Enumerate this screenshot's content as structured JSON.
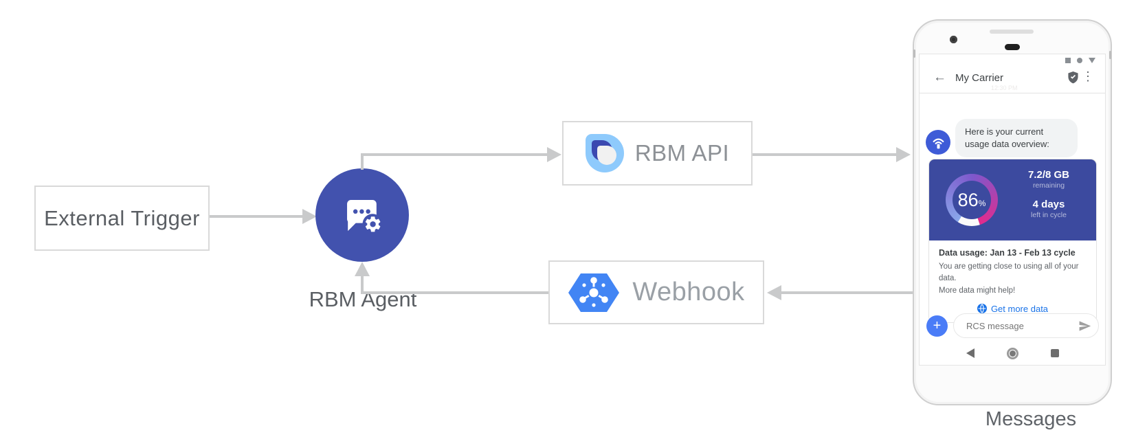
{
  "diagram": {
    "external_trigger_label": "External Trigger",
    "rbm_agent_label": "RBM Agent",
    "rbm_api_label": "RBM API",
    "webhook_label": "Webhook",
    "messages_caption": "Messages"
  },
  "phone": {
    "header": {
      "title": "My Carrier"
    },
    "timestamp": "12:30 PM",
    "bubble_text": "Here is your current usage data overview:",
    "usage_card": {
      "percent_value": "86",
      "percent_unit": "%",
      "remaining_value": "7.2/8 GB",
      "remaining_label": "remaining",
      "cycle_value": "4 days",
      "cycle_label": "left in cycle",
      "title": "Data usage: Jan 13 - Feb 13 cycle",
      "body_line1": "You are getting close to using all of your data.",
      "body_line2": "More data might help!",
      "action_label": "Get more data"
    },
    "compose": {
      "plus_label": "+",
      "placeholder": "RCS message"
    }
  },
  "colors": {
    "agent_indigo": "#4252ae",
    "card_indigo": "#3c4a9f",
    "avatar_blue": "#3e5bd7",
    "hexagon_blue": "#4285f4",
    "plus_blue": "#4a7cf7",
    "link_blue": "#1a73e8",
    "arrow_gray": "#c9cacb",
    "gauge_gradient_start": "#89a7ea",
    "gauge_gradient_mid": "#7e58cc",
    "gauge_gradient_end": "#e42a8c"
  }
}
